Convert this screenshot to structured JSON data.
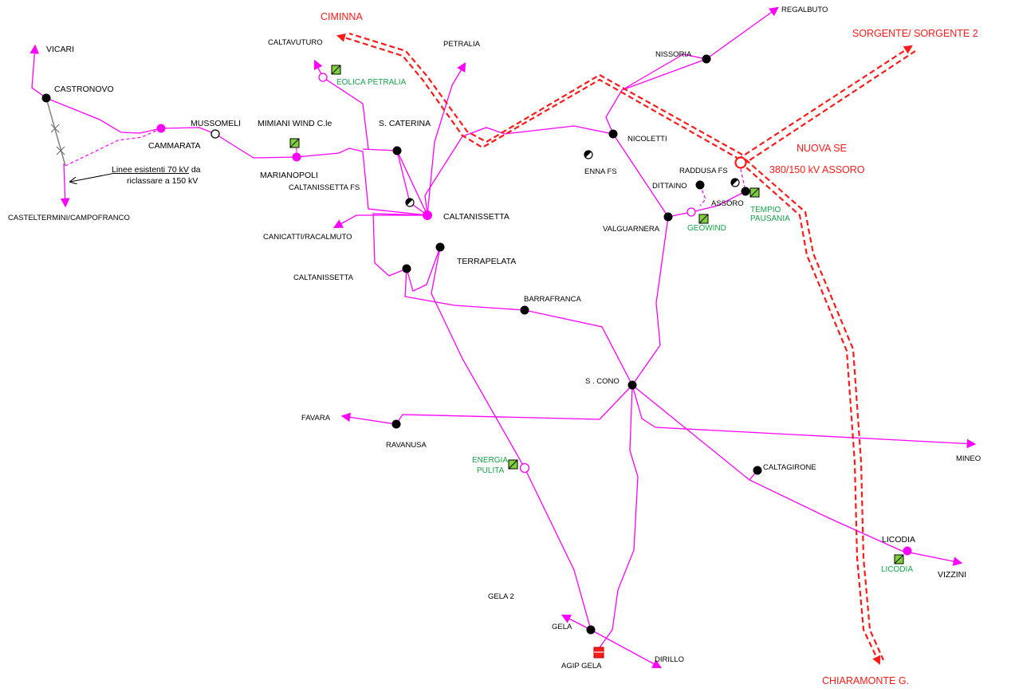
{
  "labels": {
    "vicari": "VICARI",
    "castronovo": "CASTRONOVO",
    "casteltermini": "CASTELTERMINI/CAMPOFRANCO",
    "cammarata": "CAMMARATA",
    "mussomeli": "MUSSOMELI",
    "mimiani": "MIMIANI WIND C.le",
    "marianopoli": "MARIANOPOLI",
    "caltanissetta_fs": "CALTANISSETTA FS",
    "s_caterina": "S. CATERINA",
    "caltavuturo": "CALTAVUTURO",
    "petralia": "PETRALIA",
    "caltanissetta": "CALTANISSETTA",
    "canicatti": "CANICATTI/RACALMUTO",
    "caltanissetta2": "CALTANISSETTA",
    "terrapelata": "TERRAPELATA",
    "barrafranca": "BARRAFRANCA",
    "nissoria": "NISSORIA",
    "regalbuto": "REGALBUTO",
    "nicoletti": "NICOLETTI",
    "enna_fs": "ENNA FS",
    "dittaino": "DITTAINO",
    "raddusa_fs": "RADDUSA FS",
    "assoro": "ASSORO",
    "valguarnera": "VALGUARNERA",
    "s_cono": "S . CONO",
    "favara": "FAVARA",
    "ravanusa": "RAVANUSA",
    "mineo": "MINEO",
    "caltagirone": "CALTAGIRONE",
    "licodia": "LICODIA",
    "vizzini": "VIZZINI",
    "gela2": "GELA 2",
    "gela": "GELA",
    "agip_gela": "AGIP GELA",
    "dirillo": "DIRILLO",
    "note_line1": "Linee esistenti 70 kV",
    "note_line1_end": " da",
    "note_line2": "riclassare a 150 kV"
  },
  "red_labels": {
    "ciminna": "CIMINNA",
    "sorgente": "SORGENTE/ SORGENTE 2",
    "nuova_se": "NUOVA SE",
    "assoro_380": "380/150 kV ASSORO",
    "chiaramonte": "CHIARAMONTE G."
  },
  "green_labels": {
    "eolica_petralia": "EOLICA PETRALIA",
    "tempio": "TEMPIO",
    "pausania": "PAUSANIA",
    "geowind": "GEOWIND",
    "energia": "ENERGIA",
    "pulita": "PULITA",
    "licodia_green": "LICODIA"
  },
  "colors": {
    "existing_line": "#ff00ff",
    "new_line_380": "#ff1a1a",
    "old_70kv_line": "#888888",
    "node": "#000000",
    "plant_fill": "#7fd13b"
  }
}
